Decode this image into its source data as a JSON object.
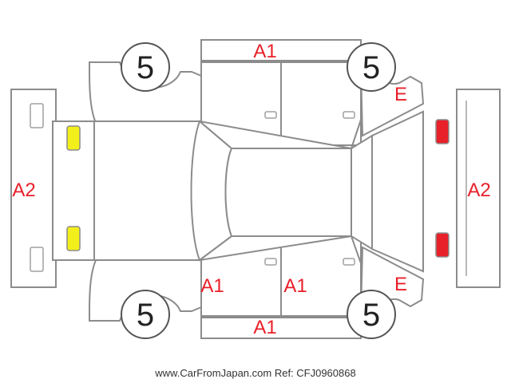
{
  "diagram": {
    "tire_grades": {
      "front_left": "5",
      "front_right": "5",
      "rear_left": "5",
      "rear_right": "5"
    },
    "damage_marks": {
      "roof": "A1",
      "left_front_door": "A1",
      "left_rear_door": "A1",
      "right_side": "A1",
      "front_bumper": "A2",
      "rear_bumper": "A2",
      "front_fender_right": "E",
      "front_fender_left": "E"
    },
    "colors": {
      "outline": "#8c8c8c",
      "mark_text": "#e8202a",
      "headlight_fill": "#f2ef1a",
      "taillight_fill": "#e8202a"
    }
  },
  "footer": {
    "text": "www.CarFromJapan.com Ref: CFJ0960868"
  }
}
